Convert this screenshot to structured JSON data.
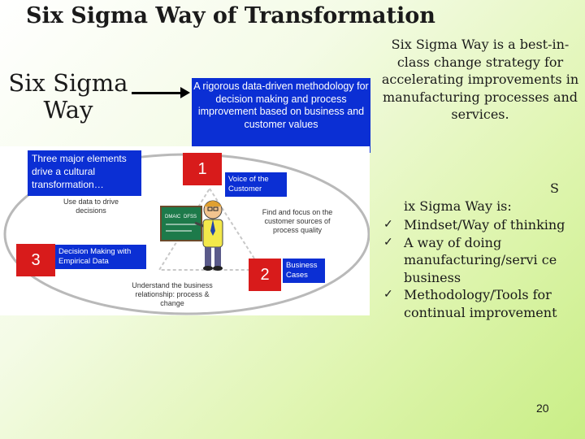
{
  "slide": {
    "title": "Six Sigma Way of Transformation",
    "six_sigma_way_label": "Six Sigma Way",
    "page_number": "20"
  },
  "diagram": {
    "top_box": "A rigorous data-driven methodology for decision making and process improvement based on business and customer values",
    "three_elements": "Three major elements drive a cultural transformation…",
    "element_1": {
      "number": "1",
      "label": "Voice of the Customer"
    },
    "element_2": {
      "number": "2",
      "label": "Business Cases"
    },
    "element_3": {
      "number": "3",
      "label": "Decision Making with Empirical Data"
    },
    "note_use_data": "Use data to drive decisions",
    "note_find_focus": "Find and focus on the customer sources of process quality",
    "note_understand": "Understand the business relationship: process & change",
    "board_labels": [
      "DMAIC",
      "DFSS"
    ]
  },
  "right": {
    "intro": "Six Sigma Way is a best-in-class change strategy for accelerating improvements in manufacturing processes and services.",
    "s_letter": "S",
    "ix_line": "ix Sigma Way is:",
    "bullets": [
      "Mindset/Way of thinking",
      "A way of doing manufacturing/servi ce business",
      "Methodology/Tools for continual improvement"
    ]
  },
  "colors": {
    "box_blue": "#0b2fd4",
    "number_red": "#d81b1b",
    "background_green": "#c9ee86"
  }
}
